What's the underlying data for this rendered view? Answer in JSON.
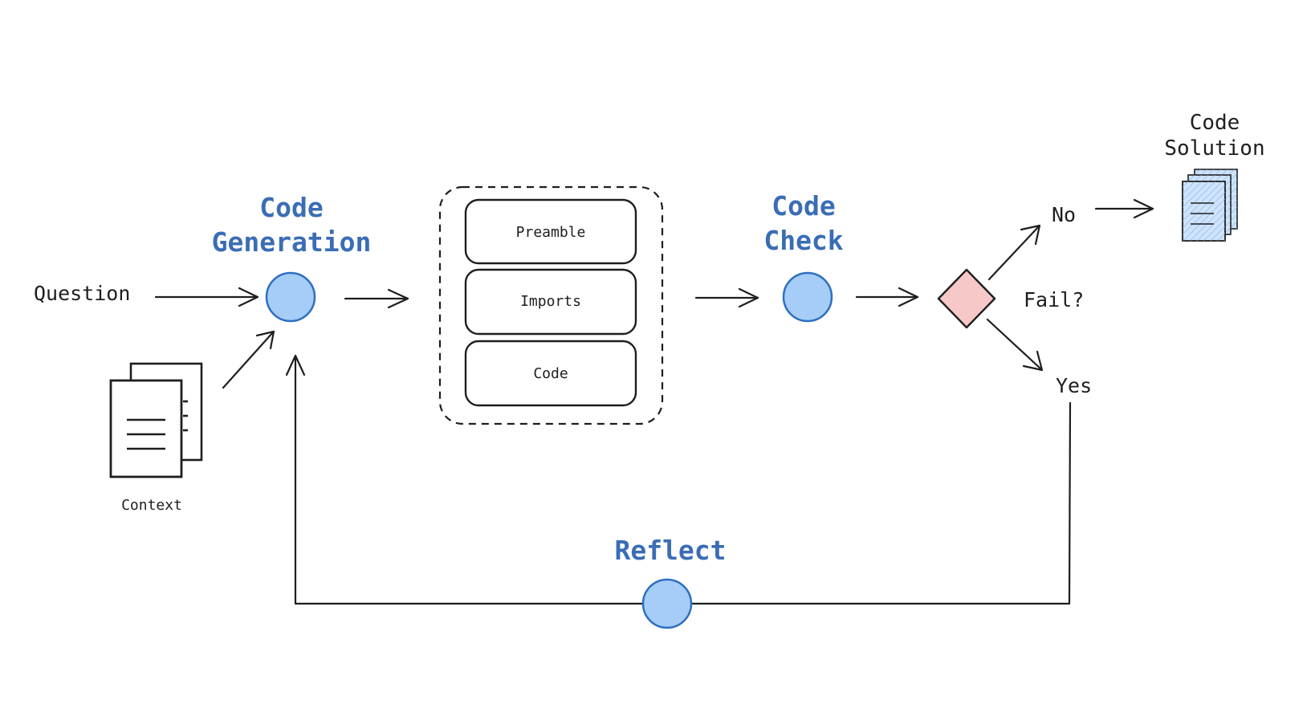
{
  "labels": {
    "question": "Question",
    "context": "Context",
    "code_generation_line1": "Code",
    "code_generation_line2": "Generation",
    "code_check_line1": "Code",
    "code_check_line2": "Check",
    "reflect": "Reflect",
    "fail": "Fail?",
    "no": "No",
    "yes": "Yes",
    "code_solution_line1": "Code",
    "code_solution_line2": "Solution"
  },
  "output_blocks": [
    {
      "label": "Preamble"
    },
    {
      "label": "Imports"
    },
    {
      "label": "Code"
    }
  ],
  "colors": {
    "node_fill": "#a5cdf7",
    "node_stroke": "#2f6fc0",
    "decision_fill": "#f7c8c8",
    "decision_stroke": "#1e1e1e",
    "accent_text": "#3a6db5",
    "ink": "#1e1e1e",
    "solution_fill": "#cfe3fb"
  },
  "icons": {
    "context": "document-stack-icon",
    "solution": "document-stack-icon",
    "decision": "diamond-icon"
  }
}
